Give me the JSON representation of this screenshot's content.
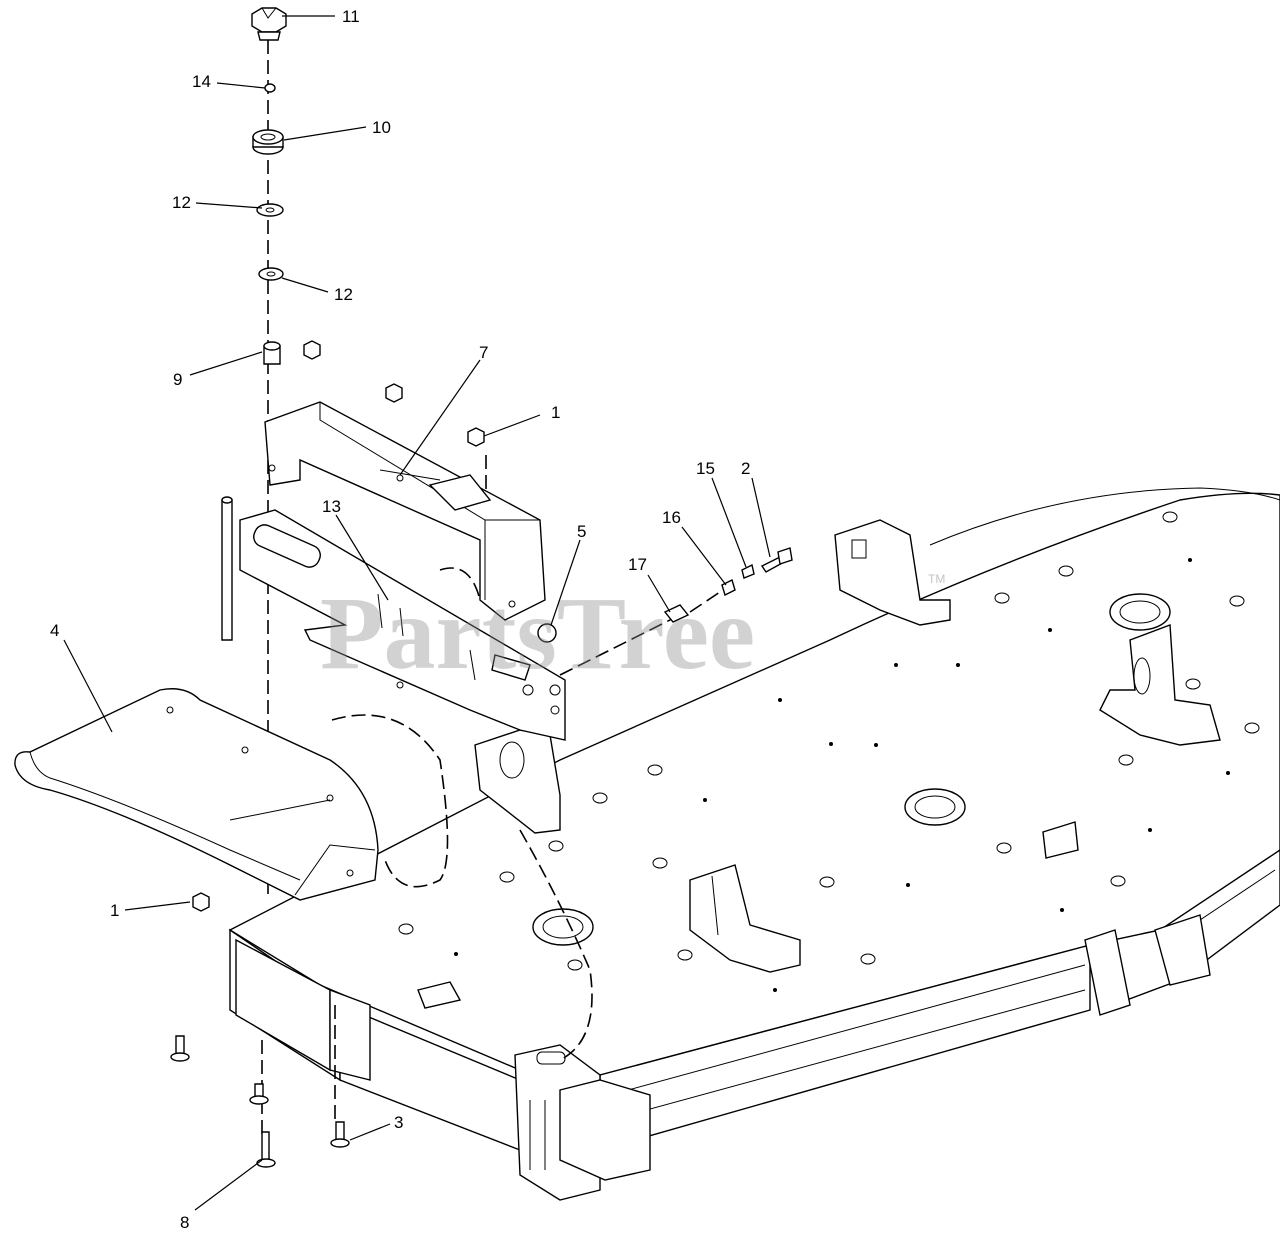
{
  "watermark": {
    "text": "PartsTree",
    "trademark": "TM"
  },
  "callouts": [
    {
      "id": "c11",
      "label": "11"
    },
    {
      "id": "c14",
      "label": "14"
    },
    {
      "id": "c10",
      "label": "10"
    },
    {
      "id": "c12a",
      "label": "12"
    },
    {
      "id": "c12b",
      "label": "12"
    },
    {
      "id": "c9",
      "label": "9"
    },
    {
      "id": "c7",
      "label": "7"
    },
    {
      "id": "c1a",
      "label": "1"
    },
    {
      "id": "c15",
      "label": "15"
    },
    {
      "id": "c2",
      "label": "2"
    },
    {
      "id": "c16",
      "label": "16"
    },
    {
      "id": "c17",
      "label": "17"
    },
    {
      "id": "c13",
      "label": "13"
    },
    {
      "id": "c5",
      "label": "5"
    },
    {
      "id": "c4",
      "label": "4"
    },
    {
      "id": "c1b",
      "label": "1"
    },
    {
      "id": "c3",
      "label": "3"
    },
    {
      "id": "c8",
      "label": "8"
    }
  ],
  "colors": {
    "line": "#000000",
    "background": "#ffffff",
    "watermark": "#8a8a8a"
  }
}
